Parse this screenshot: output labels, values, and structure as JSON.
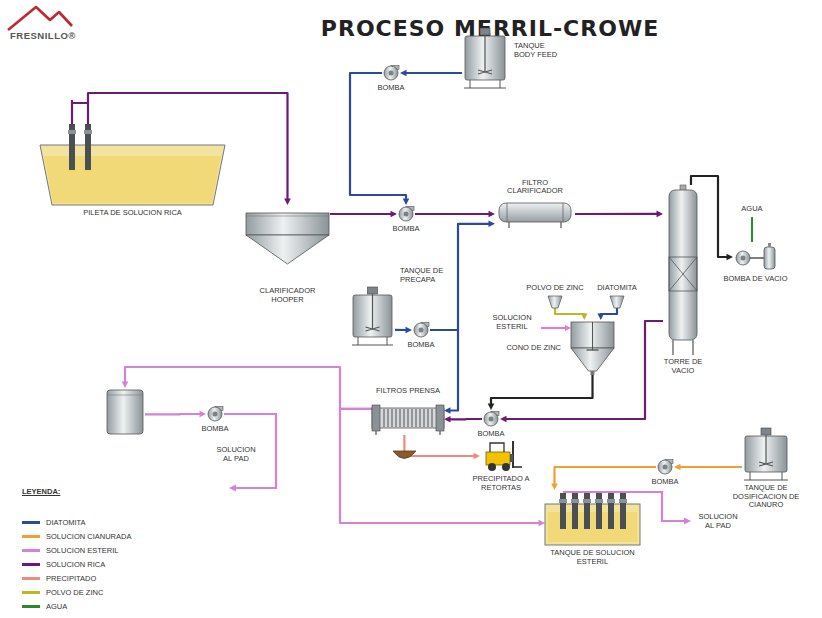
{
  "diagram": {
    "title": "PROCESO MERRIL-CROWE",
    "nodes": [
      {
        "text": [
          "PILETA DE SOLUCION RICA"
        ]
      },
      {
        "text": [
          "BOMBA"
        ]
      },
      {
        "text": [
          "TANQUE BODY FEED"
        ]
      },
      {
        "text": [
          "CLARIFICADOR HOOPER"
        ]
      },
      {
        "text": [
          "BOMBA"
        ]
      },
      {
        "text": [
          "FILTRO CLARIFICADOR"
        ]
      },
      {
        "text": [
          "TORRE DE VACIO"
        ]
      },
      {
        "text": [
          "BOMBA DE VACIO"
        ]
      },
      {
        "text": [
          "TANQUE DE PRECAPA"
        ]
      },
      {
        "text": [
          "BOMBA"
        ]
      },
      {
        "text": [
          "POLVO DE ZINC"
        ]
      },
      {
        "text": [
          "DIATOMITA"
        ]
      },
      {
        "text": [
          "CONO DE ZINC"
        ]
      },
      {
        "text": []
      },
      {
        "text": [
          "FILTROS PRENSA"
        ]
      },
      {
        "text": [
          "BOMBA"
        ]
      },
      {
        "text": [
          "BOMBA"
        ]
      },
      {
        "text": [
          "PRECIPITADO A RETORTAS"
        ]
      },
      {
        "text": [
          "BOMBA"
        ]
      },
      {
        "text": [
          "TANQUE DE DOSIFICACION DE CIANURO"
        ]
      },
      {
        "text": [
          "TANQUE DE SOLUCION ESTERIL"
        ]
      }
    ],
    "edges": [
      {
        "from": 0,
        "to": 3,
        "arrow": "to"
      },
      {
        "from": 2,
        "to": 1,
        "arrow": "to"
      },
      {
        "from": 1,
        "to": 4,
        "arrow": "to"
      },
      {
        "from": 3,
        "to": 4,
        "arrow": "to"
      },
      {
        "from": 4,
        "to": 5,
        "arrow": "to"
      },
      {
        "from": 8,
        "to": 9,
        "arrow": "to"
      },
      {
        "from": 9,
        "to": 5,
        "arrow": "to"
      },
      {
        "from": 9,
        "to": 14,
        "arrow": "to"
      },
      {
        "from": 5,
        "to": 6,
        "arrow": "to"
      },
      {
        "from": 6,
        "to": 7,
        "arrow": "to"
      },
      {
        "from": 10,
        "to": 12,
        "arrow": "to"
      },
      {
        "from": 11,
        "to": 12,
        "arrow": "to"
      },
      {
        "from": 12,
        "to": 15,
        "arrow": "to"
      },
      {
        "from": 6,
        "to": 15,
        "arrow": "to"
      },
      {
        "from": 15,
        "to": 14,
        "arrow": "to"
      },
      {
        "from": 14,
        "to": 13,
        "arrow": "to"
      },
      {
        "from": 13,
        "to": 16,
        "arrow": "to"
      },
      {
        "from": 14,
        "to": 17,
        "arrow": "to"
      },
      {
        "from": 14,
        "to": 20,
        "arrow": "to"
      },
      {
        "from": 19,
        "to": 18,
        "arrow": "to"
      },
      {
        "from": 18,
        "to": 20,
        "arrow": "to"
      }
    ],
    "labels": [
      "FRESNILLO®",
      "SOLUCION ESTERIL",
      "AGUA",
      "SOLUCION AL PAD",
      "SOLUCION AL PAD",
      "LEYENDA:"
    ],
    "legend": [
      {
        "text": "DIATOMITA",
        "color": "#2b4a9a"
      },
      {
        "text": "SOLUCION CIANURADA",
        "color": "#f0a030"
      },
      {
        "text": "SOLUCION ESTERIL",
        "color": "#d680d6"
      },
      {
        "text": "SOLUCION RICA",
        "color": "#6a1b72"
      },
      {
        "text": "PRECIPITADO",
        "color": "#f08a80"
      },
      {
        "text": "POLVO DE ZINC",
        "color": "#b9b928"
      },
      {
        "text": "AGUA",
        "color": "#2a8a2a"
      }
    ]
  }
}
